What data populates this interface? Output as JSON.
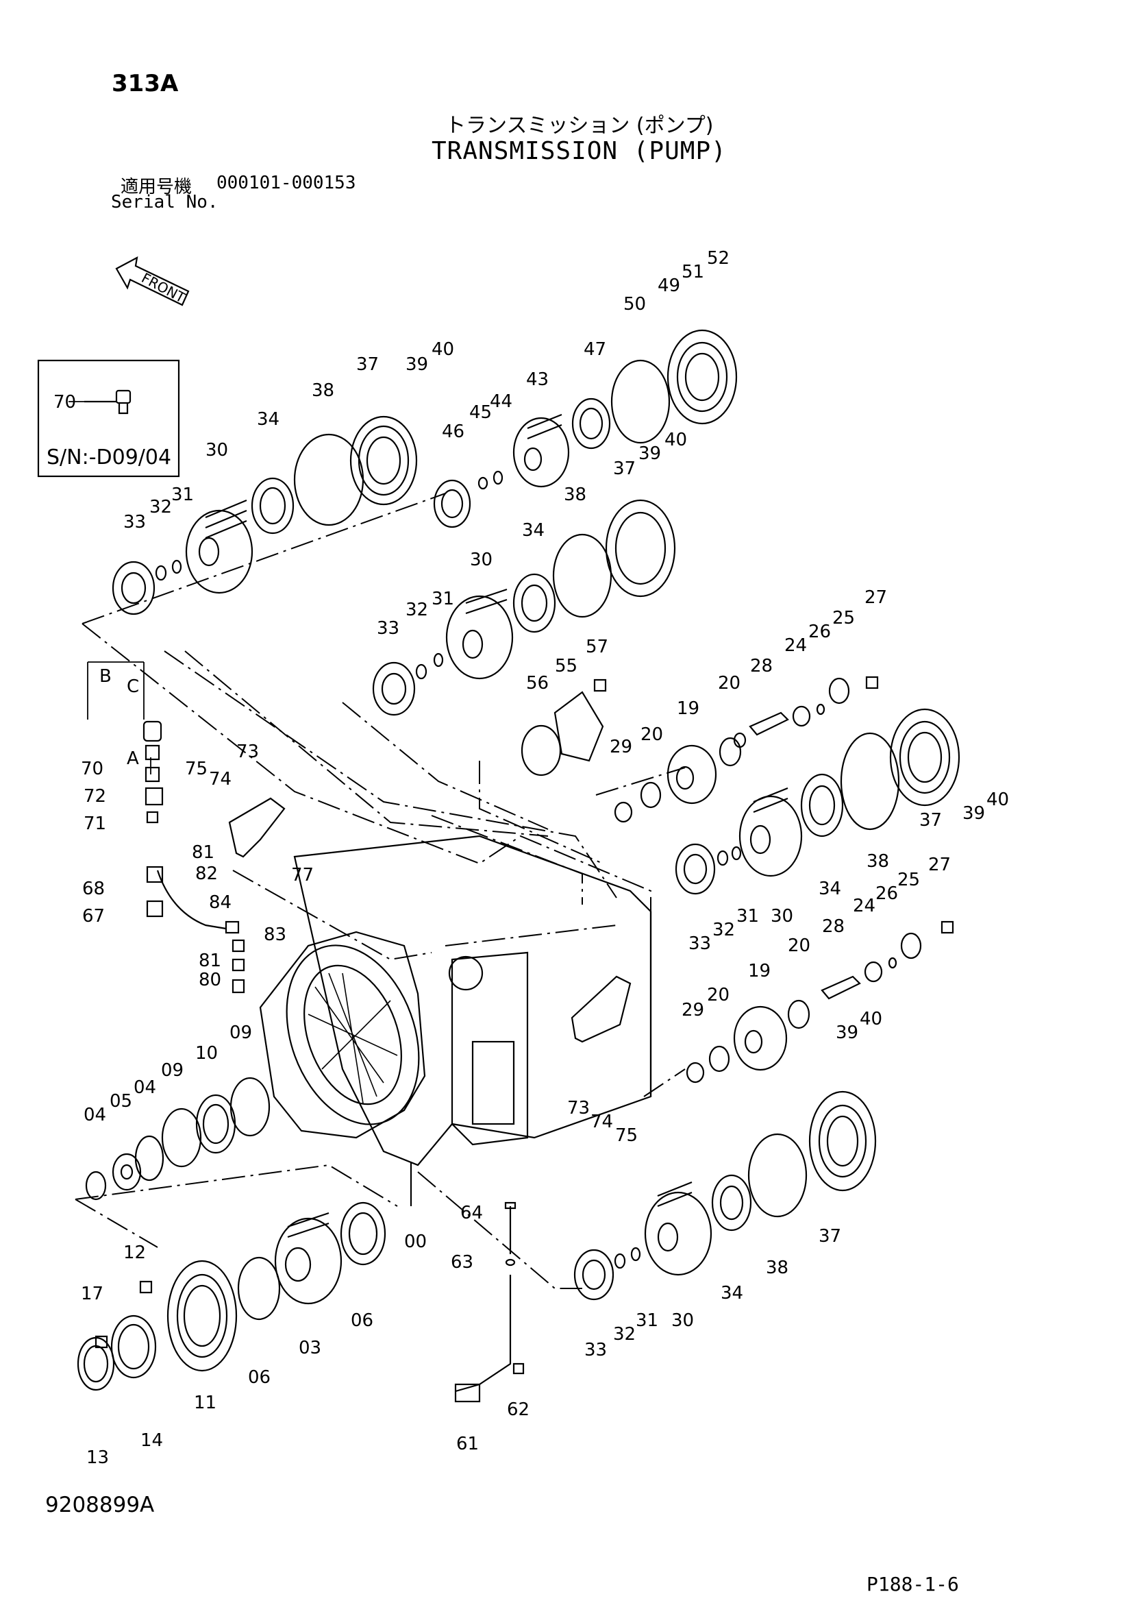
{
  "header": {
    "page_code": "313A",
    "title_jp": "トランスミッション (ポンプ)",
    "title_en": "TRANSMISSION (PUMP)",
    "serial_label_jp": "適用号機",
    "serial_range": "000101-000153",
    "serial_label_en": "Serial No."
  },
  "front_arrow_label": "FRONT",
  "inset": {
    "part": "70",
    "serial_note": "S/N:-D09/04"
  },
  "callout_letters": [
    "A",
    "B",
    "C"
  ],
  "footer": {
    "doc_number": "9208899A",
    "page_ref": "P188-1-6"
  },
  "part_numbers": {
    "p00": "00",
    "p03": "03",
    "p04": "04",
    "p05": "05",
    "p06": "06",
    "p09": "09",
    "p10": "10",
    "p11": "11",
    "p12": "12",
    "p13": "13",
    "p14": "14",
    "p17": "17",
    "p19": "19",
    "p20": "20",
    "p24": "24",
    "p25": "25",
    "p26": "26",
    "p27": "27",
    "p28": "28",
    "p29": "29",
    "p30": "30",
    "p31": "31",
    "p32": "32",
    "p33": "33",
    "p34": "34",
    "p37": "37",
    "p38": "38",
    "p39": "39",
    "p40": "40",
    "p43": "43",
    "p44": "44",
    "p45": "45",
    "p46": "46",
    "p47": "47",
    "p49": "49",
    "p50": "50",
    "p51": "51",
    "p52": "52",
    "p55": "55",
    "p56": "56",
    "p57": "57",
    "p61": "61",
    "p62": "62",
    "p63": "63",
    "p64": "64",
    "p67": "67",
    "p68": "68",
    "p70": "70",
    "p71": "71",
    "p72": "72",
    "p73": "73",
    "p74": "74",
    "p75": "75",
    "p77": "77",
    "p80": "80",
    "p81": "81",
    "p82": "82",
    "p83": "83",
    "p84": "84"
  }
}
